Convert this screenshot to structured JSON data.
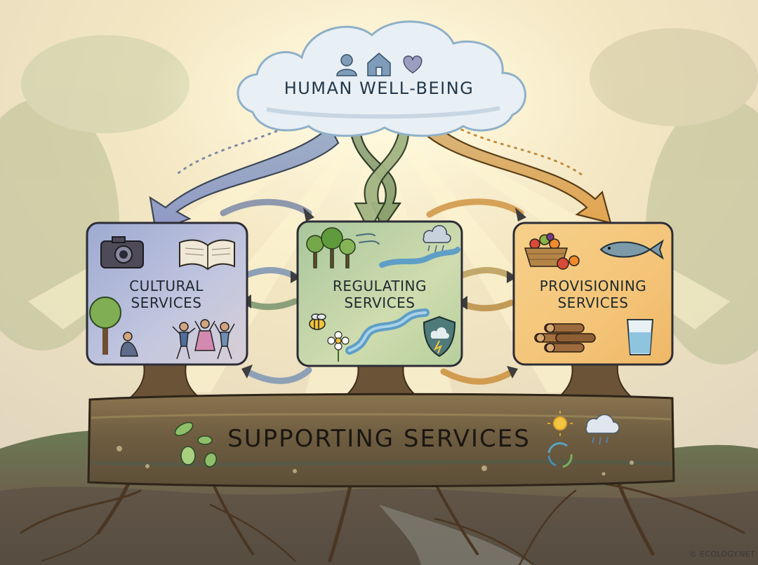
{
  "title": "HUMAN WELL-BEING",
  "boxes": {
    "cultural": {
      "line1": "CULTURAL",
      "line2": "SERVICES"
    },
    "regulating": {
      "line1": "REGULATING",
      "line2": "SERVICES"
    },
    "provisioning": {
      "line1": "PROVISIONING",
      "line2": "SERVICES"
    }
  },
  "foundation": {
    "label": "SUPPORTING SERVICES"
  },
  "credit": "© ECOLOGY.NET",
  "icons": {
    "cloud": [
      "person-icon",
      "house-icon",
      "heart-icon"
    ],
    "cultural": [
      "camera-icon",
      "book-icon",
      "tree-icon",
      "meditating-person-icon",
      "dancing-people-icon"
    ],
    "regulating": [
      "forest-icon",
      "wind-icon",
      "rain-cloud-icon",
      "river-icon",
      "bee-icon",
      "flower-icon",
      "shield-storm-icon"
    ],
    "provisioning": [
      "fruit-basket-icon",
      "fish-icon",
      "firewood-icon",
      "water-glass-icon"
    ],
    "supporting": [
      "microbes-icon",
      "sun-icon",
      "rain-cloud-icon",
      "nutrient-cycle-icon"
    ]
  },
  "colors": {
    "cultural_box": "#aab8d6",
    "regulating_box": "#b4cc9a",
    "provisioning_box": "#f2c47a",
    "soil": "#6e5a3e",
    "roots": "#5a4028",
    "cloud": "#e4edf4",
    "glow": "#fff5cf"
  }
}
